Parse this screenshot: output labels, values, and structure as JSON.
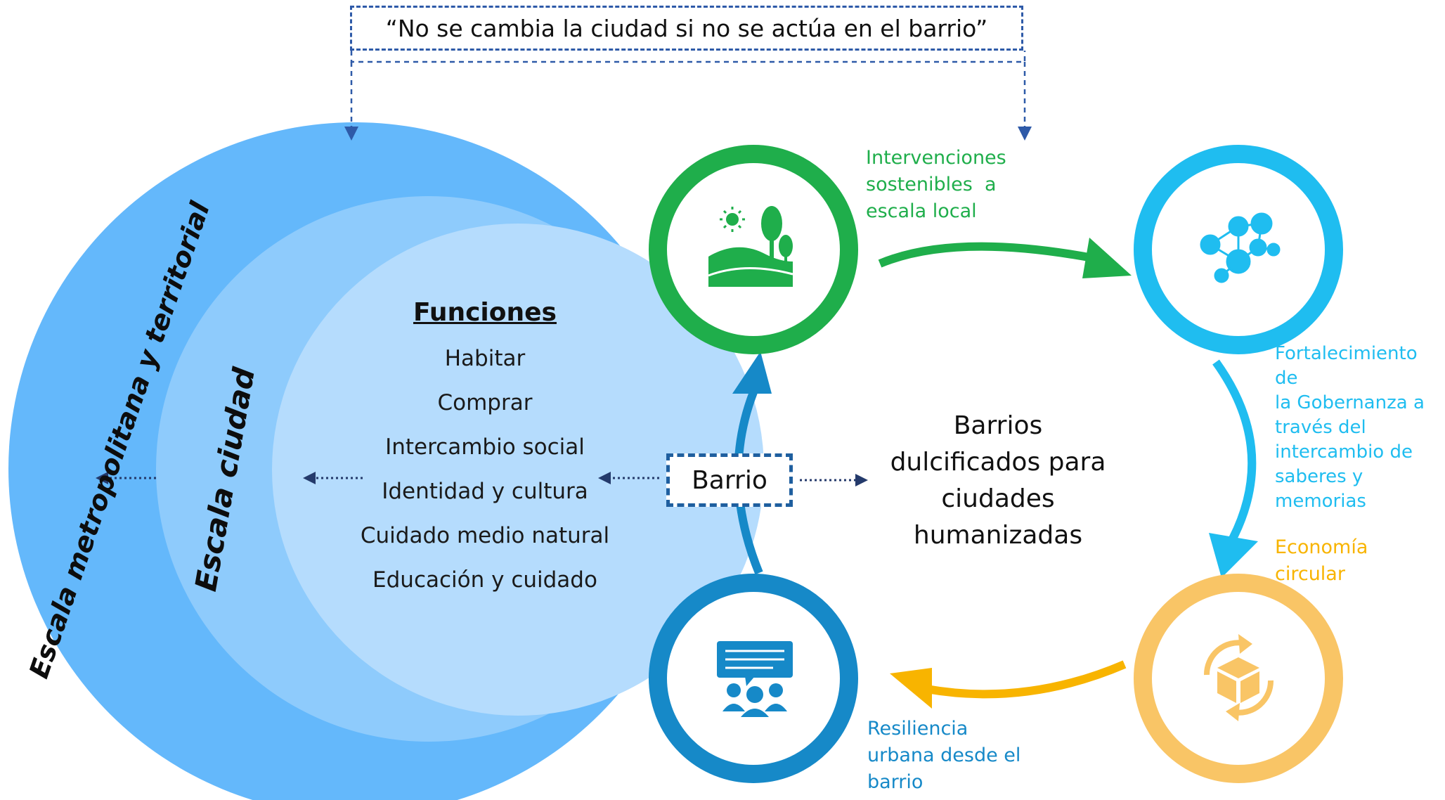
{
  "quote": "“No se cambia la ciudad si no se actúa en el barrio”",
  "scales": {
    "metropolitan": "Escala metropolitana y territorial",
    "city": "Escala ciudad"
  },
  "functions": {
    "title": "Funciones",
    "items": [
      "Habitar",
      "Comprar",
      "Intercambio social",
      "Identidad y cultura",
      "Cuidado medio natural",
      "Educación y cuidado"
    ]
  },
  "barrio": "Barrio",
  "center": {
    "lines": [
      "Barrios",
      "dulcificados para",
      "ciudades",
      "humanizadas"
    ]
  },
  "cycle": [
    {
      "key": "intervenciones",
      "lines": [
        "Intervenciones",
        "sostenibles  a",
        "escala local"
      ],
      "color": "#1fae4b",
      "icon": "landscape-tree-sun-icon"
    },
    {
      "key": "gobernanza",
      "lines": [
        "Fortalecimiento de",
        "la Gobernanza a",
        "través del",
        "intercambio de",
        "saberes y memorias"
      ],
      "color": "#1fbdf0",
      "icon": "people-network-icon"
    },
    {
      "key": "economia",
      "lines": [
        "Economía",
        "circular"
      ],
      "color": "#f9c566",
      "text_color": "#f8b400",
      "icon": "box-recycle-icon"
    },
    {
      "key": "resiliencia",
      "lines": [
        "Resiliencia",
        "urbana desde el",
        "barrio"
      ],
      "color": "#1689c8",
      "icon": "community-discussion-icon"
    }
  ],
  "colors": {
    "outer_circle": "#64b8fb",
    "middle_circle": "#8ecbfc",
    "inner_circle": "#b5dcfd",
    "dashed": "#2e5aa8",
    "arrow_green": "#1fae4b",
    "arrow_cyan": "#1fbdf0",
    "arrow_yellow": "#f8b400",
    "arrow_blue": "#1689c8"
  }
}
